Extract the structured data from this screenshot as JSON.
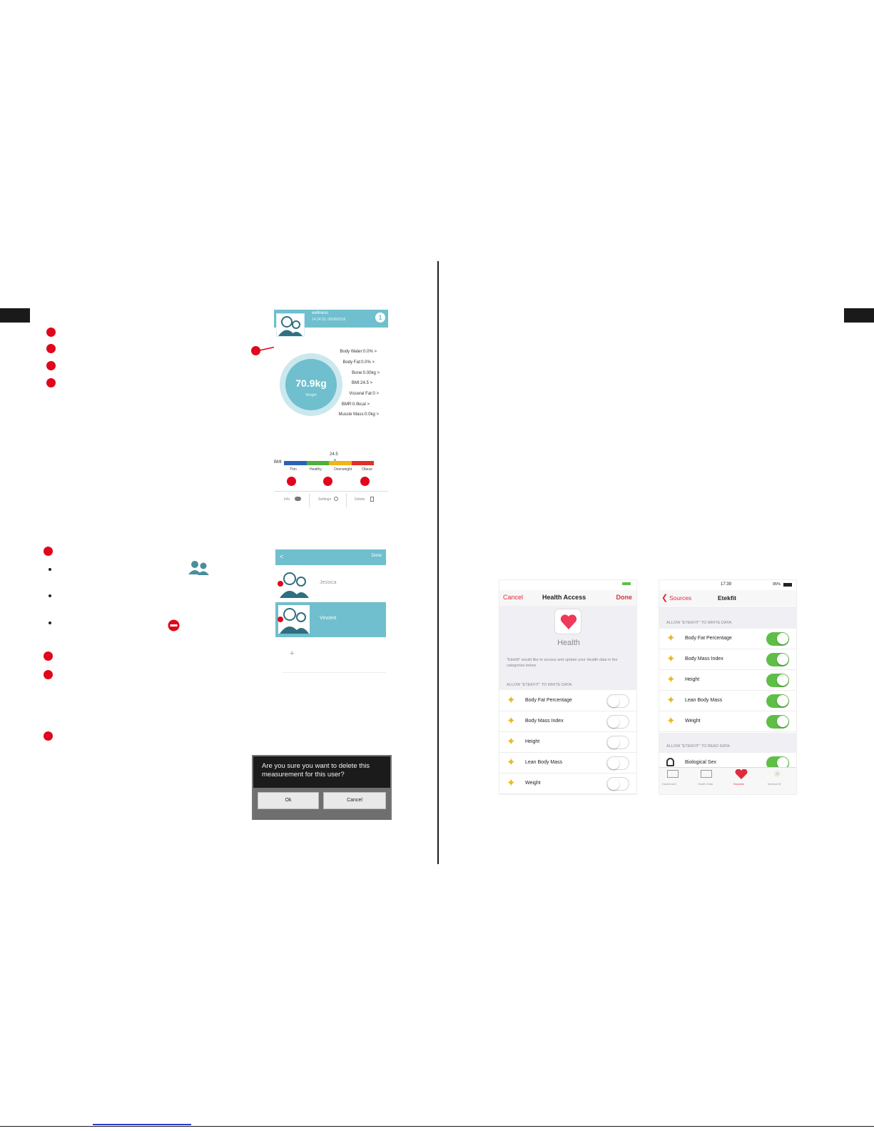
{
  "shot1": {
    "title": "wellness",
    "date": "14:24:33, 08/08/2016",
    "weight": "70.9kg",
    "weight_label": "Weight",
    "metrics": [
      "Body Water:0.0%  >",
      "Body Fat:0.0%  >",
      "Bone:0.00kg >",
      "BMI:24.5  >",
      "Visceral Fat:0  >",
      "BMR:0.0kcal  >",
      "Muscle Mass:0.0kg >"
    ],
    "bmi_label": "BMI",
    "bmi_value": "24.5",
    "bmi_value_fraction": 0.56,
    "bmi_categories": [
      "Thin",
      "Healthy",
      "Overweight",
      "Obese"
    ],
    "bmi_colors": [
      "#2b62b4",
      "#4fae3c",
      "#f0b418",
      "#e1302a"
    ],
    "tabs": [
      "Info",
      "Settings",
      "Delete"
    ]
  },
  "shot2": {
    "back": "<",
    "done": "Done",
    "users": [
      "Jessica",
      "Vincent"
    ],
    "add": "+"
  },
  "dialog": {
    "message": "Are you sure you want to delete this measurement for this user?",
    "ok": "Ok",
    "cancel": "Cancel"
  },
  "health_access": {
    "cancel": "Cancel",
    "title": "Health Access",
    "done": "Done",
    "app_name": "Health",
    "description": "\"Etekfit\" would like to access and update your Health data in the categories below.",
    "section_write": "ALLOW \"ETEKFIT\" TO WRITE DATA:",
    "items": [
      "Body Fat Percentage",
      "Body Mass Index",
      "Height",
      "Lean Body Mass",
      "Weight"
    ]
  },
  "etekfit": {
    "status_time": "17:39",
    "status_battery": "95%",
    "back": "Sources",
    "title": "Etekfit",
    "section_write": "ALLOW \"ETEKFIT\" TO WRITE DATA:",
    "write_items": [
      "Body Fat Percentage",
      "Body Mass Index",
      "Height",
      "Lean Body Mass",
      "Weight"
    ],
    "section_read": "ALLOW \"ETEKFIT\" TO READ DATA:",
    "read_items": [
      "Biological Sex"
    ],
    "tabbar": [
      "Dashboard",
      "Health Data",
      "Sources",
      "Medical ID"
    ]
  },
  "colors": {
    "accent_red": "#e1061b",
    "teal": "#6fbfce",
    "ios_red": "#e02b3c",
    "switch_green": "#5fbe48"
  }
}
